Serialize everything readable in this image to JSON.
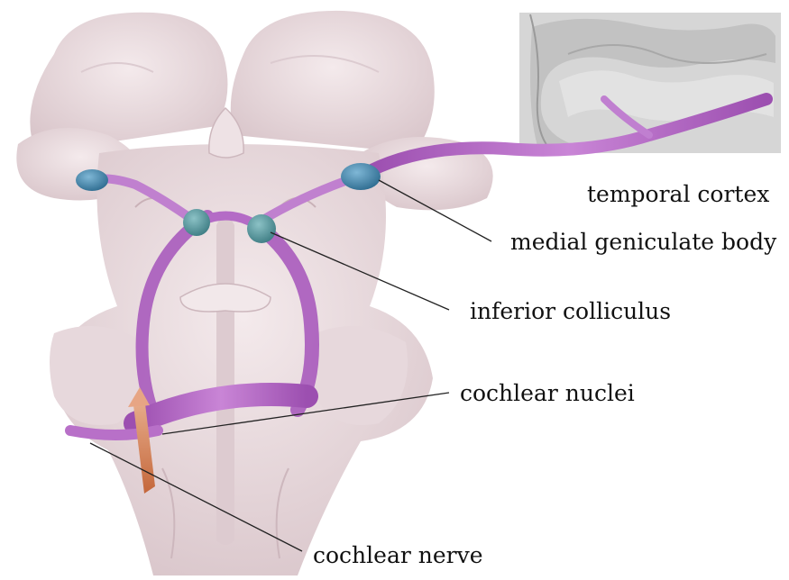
{
  "labels": {
    "temporal_cortex": "temporal cortex",
    "medial_geniculate_body": "medial geniculate body",
    "inferior_colliculus": "inferior colliculus",
    "cochlear_nuclei": "cochlear nuclei",
    "cochlear_nerve": "cochlear nerve"
  },
  "colors": {
    "tissue": "#eadcdf",
    "tissue_shade": "#d9c5ca",
    "pathway": "#b968c6",
    "nucleus": "#3b7fa6",
    "colliculus": "#4f8f96",
    "nerve": "#d9885e",
    "cortex_gray": "#bdbdbd"
  }
}
